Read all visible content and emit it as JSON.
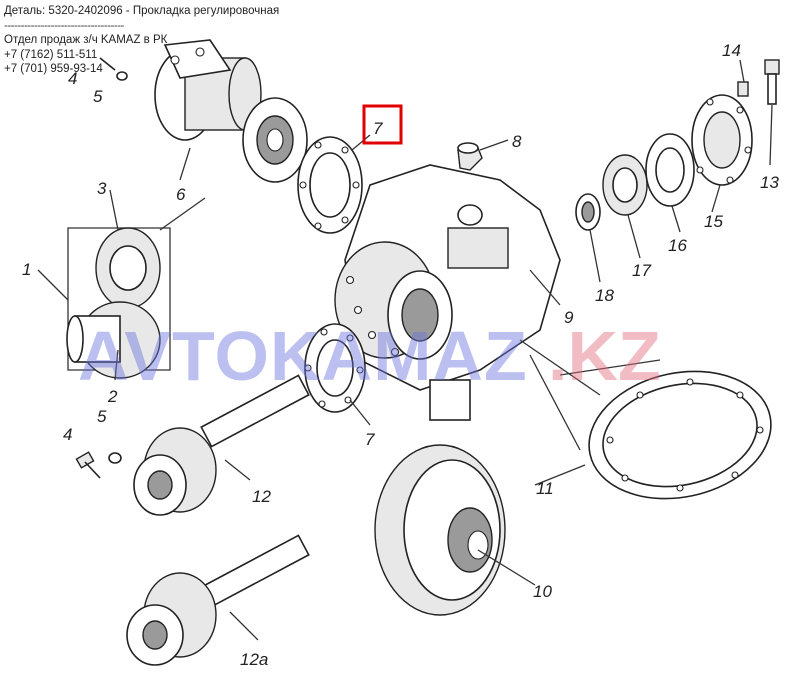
{
  "header": {
    "detail_line": "Деталь: 5320-2402096 - Прокладка регулировочная",
    "separator": "------------------------------------",
    "sales_line": "Отдел продаж з/ч KAMAZ в РК",
    "phone_1": "+7 (7162) 511-511",
    "phone_2": "+7 (701) 959-93-14"
  },
  "watermark": {
    "text": "AVTOKAMAZ",
    "suffix": ".KZ",
    "color": "#6a74e0"
  },
  "highlight": {
    "label": "7",
    "color": "#e00000"
  },
  "callouts": {
    "c1": "1",
    "c2": "2",
    "c3": "3",
    "c4a": "4",
    "c4b": "4",
    "c5a": "5",
    "c5b": "5",
    "c6": "6",
    "c7a": "7",
    "c7b": "7",
    "c8": "8",
    "c9": "9",
    "c10": "10",
    "c11": "11",
    "c12": "12",
    "c12a": "12a",
    "c13": "13",
    "c14": "14",
    "c15": "15",
    "c16": "16",
    "c17": "17",
    "c18": "18"
  }
}
